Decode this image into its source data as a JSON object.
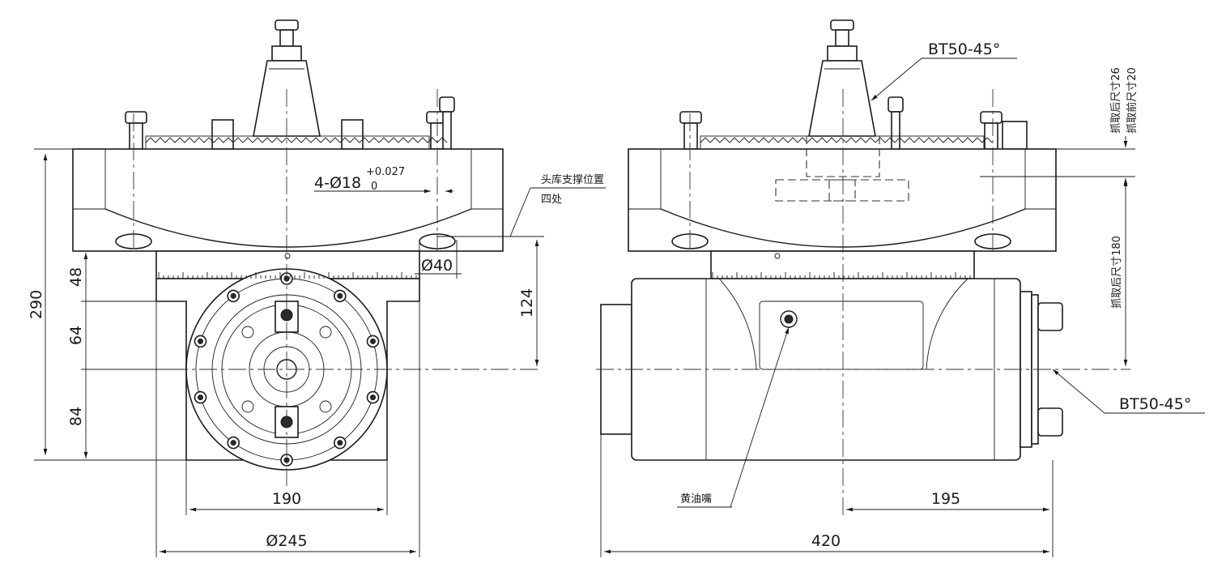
{
  "dimensions": {
    "width_190": "190",
    "dia_245": "Ø245",
    "length_420": "420",
    "len_195": "195",
    "h_290": "290",
    "h_48": "48",
    "h_64": "64",
    "h_84": "84",
    "h_124": "124",
    "dia_40": "Ø40",
    "holes": "4-Ø18",
    "tol_upper": "+0.027",
    "tol_lower": "0"
  },
  "labels": {
    "bt50_top": "BT50-45°",
    "bt50_right": "BT50-45°",
    "support_line1": "头库支撑位置",
    "support_line2": "四处",
    "grease": "黄油嘴",
    "grab_rear_26": "抓取后尺寸26",
    "grab_front_20": "抓取前尺寸20",
    "grab_rear_180": "抓取后尺寸180"
  }
}
